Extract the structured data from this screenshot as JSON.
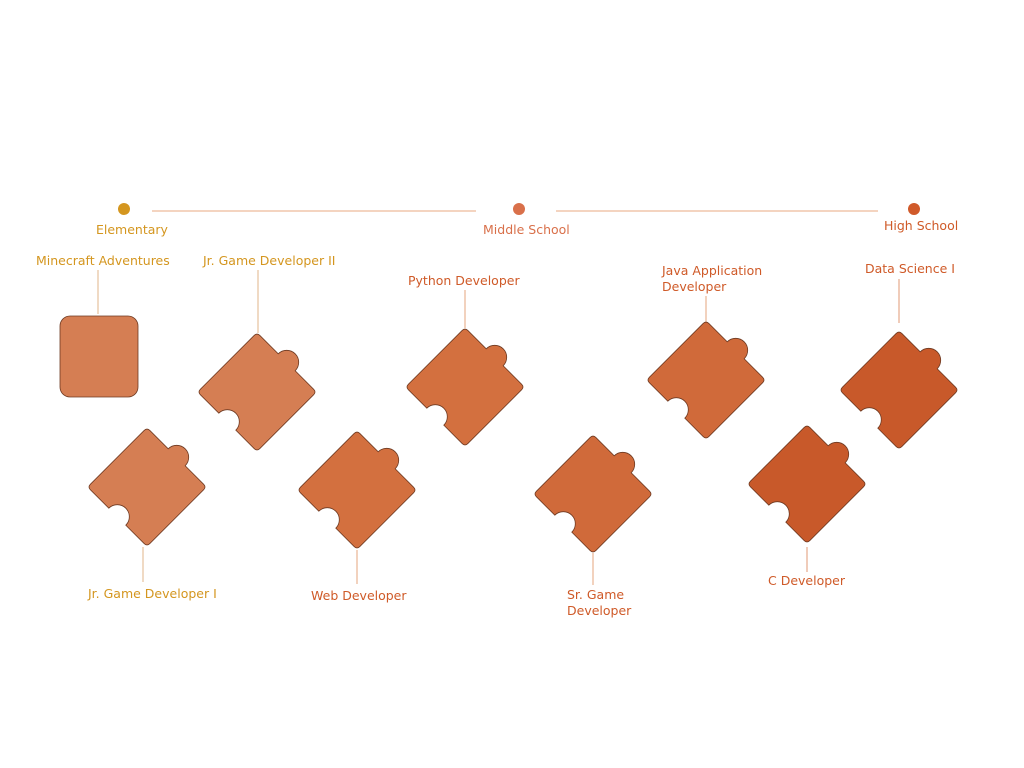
{
  "colors": {
    "gold": "#d4961f",
    "line": "#e8a982",
    "stage_middle": "#d9704a",
    "stage_high": "#d05a2a",
    "text_orange": "#cf5a28",
    "piece_light": "#d57e53",
    "piece_mid": "#d06a3a",
    "piece_dark": "#c8592a",
    "piece_stroke": "#6e3a22"
  },
  "stages": [
    {
      "label": "Elementary"
    },
    {
      "label": "Middle School"
    },
    {
      "label": "High School"
    }
  ],
  "courses": [
    {
      "label": "Minecraft Adventures",
      "shape": "rounded-square"
    },
    {
      "label": "Jr. Game Developer II",
      "shape": "puzzle-piece"
    },
    {
      "label": "Jr. Game Developer I",
      "shape": "puzzle-piece"
    },
    {
      "label": "Python Developer",
      "shape": "puzzle-piece"
    },
    {
      "label": "Web Developer",
      "shape": "puzzle-piece"
    },
    {
      "label": "Java Application Developer",
      "line1": "Java Application",
      "line2": "Developer",
      "shape": "puzzle-piece"
    },
    {
      "label": "Sr. Game Developer",
      "line1": "Sr. Game",
      "line2": "Developer",
      "shape": "puzzle-piece"
    },
    {
      "label": "Data Science I",
      "shape": "puzzle-piece"
    },
    {
      "label": "C Developer",
      "shape": "puzzle-piece"
    }
  ]
}
